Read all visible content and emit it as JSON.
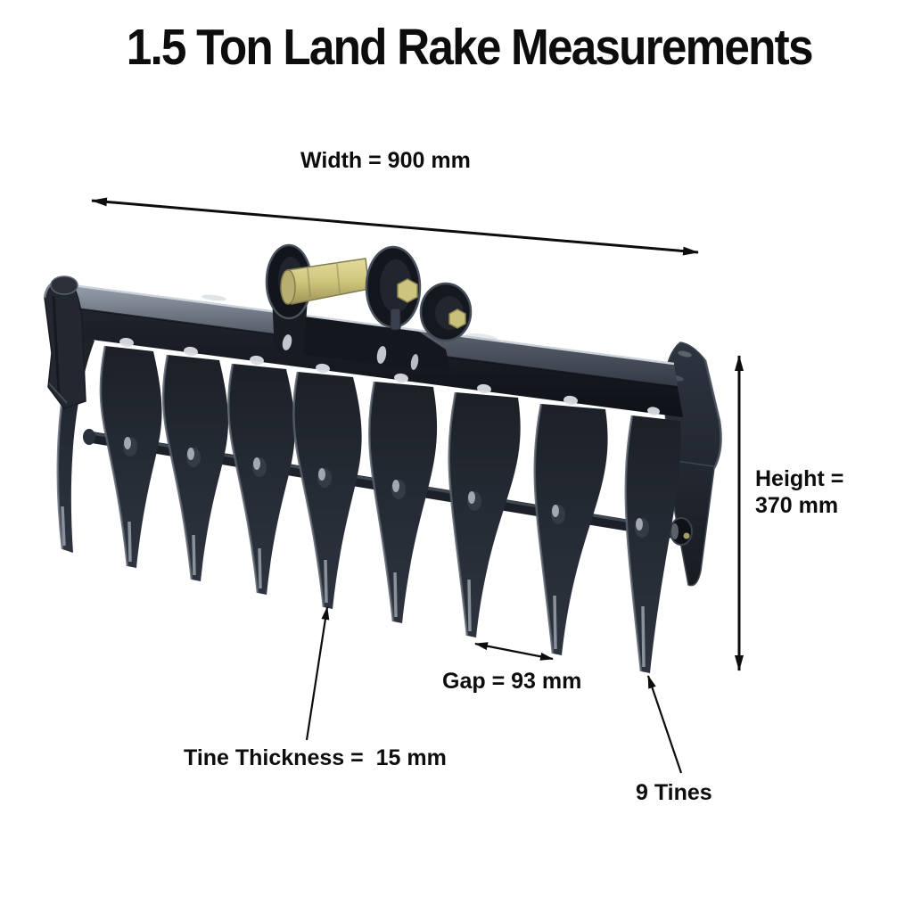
{
  "title": "1.5 Ton Land Rake Measurements",
  "annotations": {
    "width": {
      "label": "Width = 900 mm",
      "value_mm": 900
    },
    "height": {
      "label_line1": "Height =",
      "label_line2": "370 mm",
      "value_mm": 370
    },
    "gap": {
      "label": "Gap = 93 mm",
      "value_mm": 93
    },
    "tine_thickness": {
      "label": "Tine Thickness =  15 mm",
      "value_mm": 15
    },
    "tine_count": {
      "label": "9 Tines",
      "value": 9
    }
  },
  "subject": {
    "name": "1.5 ton excavator land rake attachment",
    "tine_count": 9,
    "features": [
      "top beam with twin-pin hitch",
      "9 curved tines",
      "cross rod through tines",
      "side end plates"
    ]
  },
  "colors": {
    "background": "#ffffff",
    "text": "#0d0d0d",
    "arrow": "#0d0d0d",
    "metal_dark": "#14181f",
    "metal_mid": "#2a303a",
    "metal_light": "#8b93a0",
    "pin_brass": "#cfc67c"
  }
}
